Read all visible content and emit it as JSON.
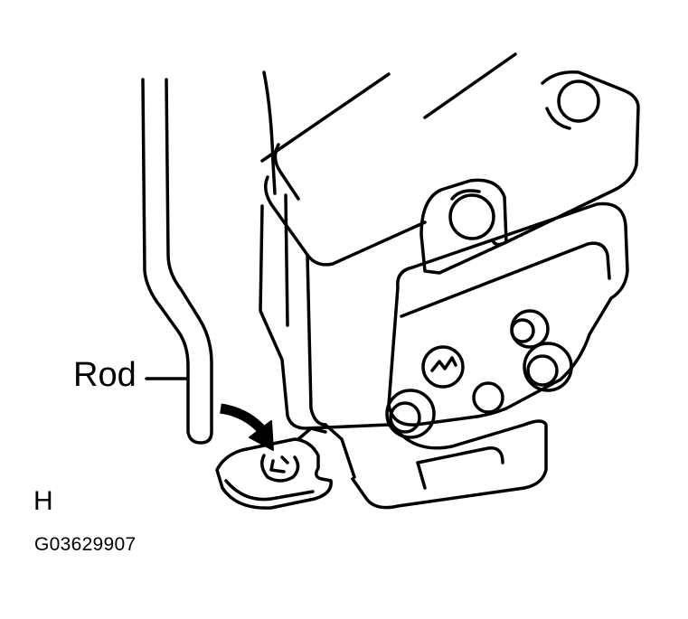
{
  "labels": {
    "rod": "Rod",
    "view": "H",
    "figure_code": "G03629907"
  },
  "colors": {
    "line": "#000000",
    "background": "#ffffff"
  }
}
